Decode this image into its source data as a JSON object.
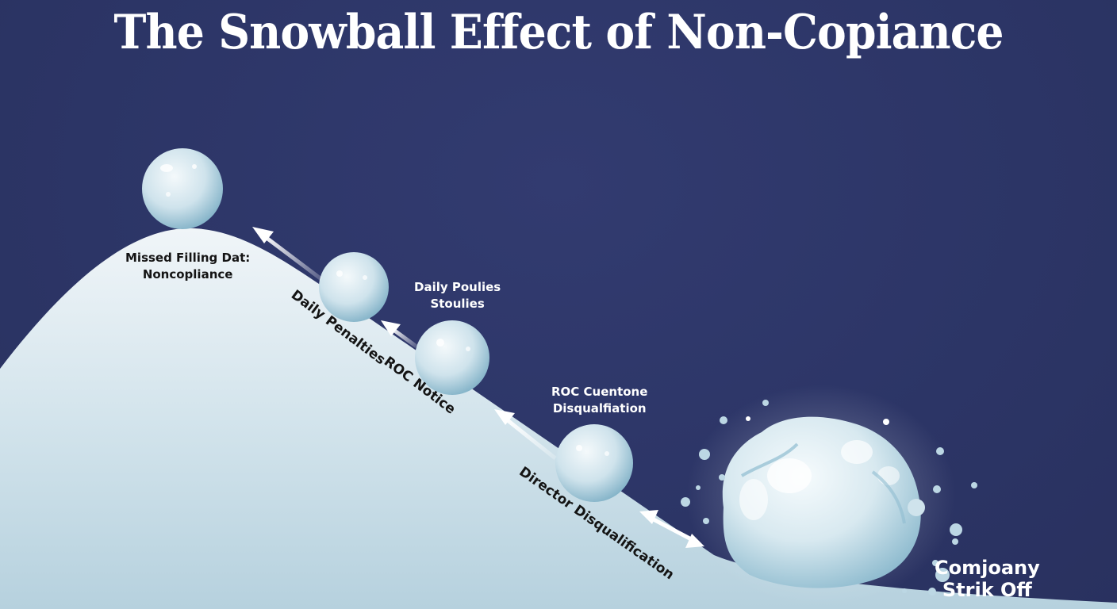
{
  "title": "The Snowball Effect of Non-Copiance",
  "colors": {
    "background": "#2e3668",
    "hill_top": "#eef4f7",
    "hill_bottom": "#b8d3df",
    "snowball_light": "#eaf4f8",
    "snowball_shadow": "#7fb0c6",
    "text_dark": "#141414",
    "text_light": "#ffffff"
  },
  "stages": [
    {
      "id": "stage-1",
      "label_line1": "Missed Filling Dat:",
      "label_line2": "Noncopliance",
      "ball_size": "small"
    },
    {
      "id": "stage-2",
      "slope_label": "Daily Penalties",
      "side_label_line1": "Daily Poulies",
      "side_label_line2": "Stoulies",
      "ball_size": "small"
    },
    {
      "id": "stage-3",
      "slope_label": "ROC Notice",
      "ball_size": "small"
    },
    {
      "id": "stage-4",
      "slope_label": "Director Disqualification",
      "side_label_line1": "ROC Cuentone",
      "side_label_line2": "Disqualfiation",
      "ball_size": "medium"
    },
    {
      "id": "stage-5",
      "label_line1": "Comjoany",
      "label_line2": "Strik Off",
      "ball_size": "large"
    }
  ],
  "icons": {
    "arrows": [
      "arrow-up-left-icon",
      "arrow-up-left-icon",
      "arrow-up-left-icon",
      "double-arrow-icon"
    ]
  }
}
